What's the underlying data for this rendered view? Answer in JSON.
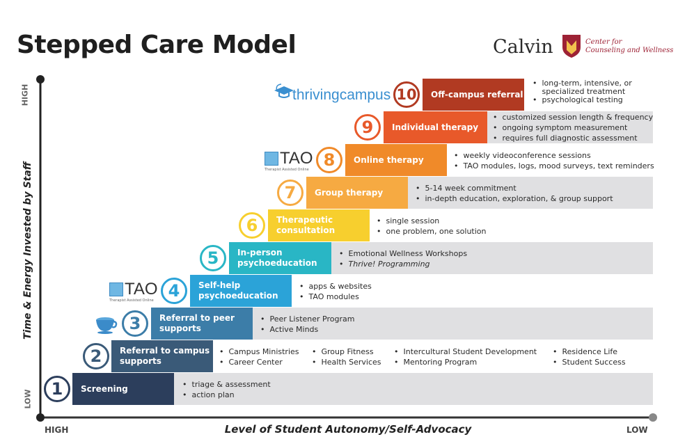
{
  "title": "Stepped Care Model",
  "logo": {
    "name": "Calvin",
    "sub1": "Center for",
    "sub2": "Counseling and Wellness"
  },
  "axes": {
    "y_label": "Time & Energy Invested by Staff",
    "y_high": "HIGH",
    "y_low": "LOW",
    "x_label": "Level of Student Autonomy/Self-Advocacy",
    "x_high": "HIGH",
    "x_low": "LOW"
  },
  "partners": {
    "thriving": "thrivingcampus",
    "tao": "TAO",
    "tao_sub": "Therapist Assisted Online"
  },
  "steps": [
    {
      "num": "1",
      "label": "Screening",
      "color": "#2c3e5c",
      "bullets": [
        "triage & assessment",
        "action plan"
      ]
    },
    {
      "num": "2",
      "label": "Referral to campus supports",
      "color": "#3a5a78",
      "bullets": [
        "Campus Ministries",
        "Career Center",
        "Group Fitness",
        "Health Services",
        "Intercultural Student Development",
        "Mentoring Program",
        "Residence Life",
        "Student Success"
      ]
    },
    {
      "num": "3",
      "label": "Referral to peer supports",
      "color": "#3c7da8",
      "bullets": [
        "Peer Listener Program",
        "Active Minds"
      ]
    },
    {
      "num": "4",
      "label": "Self-help psychoeducation",
      "color": "#2ba3d8",
      "bullets": [
        "apps & websites",
        "TAO modules"
      ]
    },
    {
      "num": "5",
      "label": "In-person psychoeducation",
      "color": "#29b6c5",
      "bullets": [
        "Emotional Wellness Workshops",
        "Thrive! Programming"
      ]
    },
    {
      "num": "6",
      "label": "Therapeutic consultation",
      "color": "#f7cf2e",
      "bullets": [
        "single session",
        "one problem, one solution"
      ]
    },
    {
      "num": "7",
      "label": "Group therapy",
      "color": "#f6aa42",
      "bullets": [
        "5-14 week commitment",
        "in-depth education, exploration, & group support"
      ]
    },
    {
      "num": "8",
      "label": "Online therapy",
      "color": "#f08a29",
      "bullets": [
        "weekly videoconference sessions",
        "TAO modules, logs, mood surveys, text reminders"
      ]
    },
    {
      "num": "9",
      "label": "Individual therapy",
      "color": "#e8592a",
      "bullets": [
        "customized session length & frequency",
        "ongoing symptom measurement",
        "requires full diagnostic assessment"
      ]
    },
    {
      "num": "10",
      "label": "Off-campus referral",
      "color": "#b13a22",
      "bullets": [
        "long-term, intensive, or specialized treatment",
        "psychological testing"
      ]
    }
  ]
}
